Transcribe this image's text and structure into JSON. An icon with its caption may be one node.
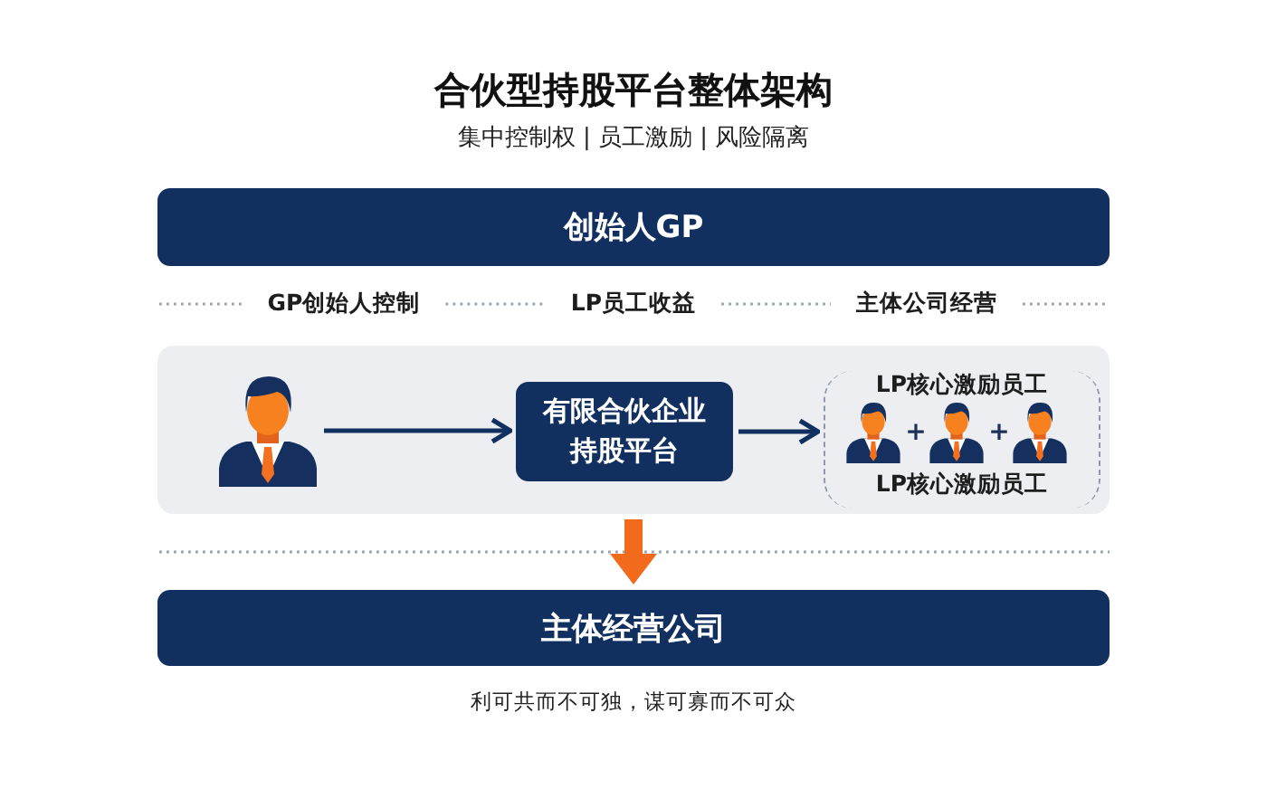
{
  "diagram": {
    "title": "合伙型持股平台整体架构",
    "nodes": [
      {
        "text": [
          "创始人GP"
        ]
      },
      {
        "text": [],
        "shape": "box"
      },
      {
        "text": [],
        "shape": "person",
        "in": 1
      },
      {
        "text": [
          "有限合伙企业持股平台"
        ],
        "in": 1
      },
      {
        "text": [
          "LP核心激励员工",
          "LP核心激励员工"
        ],
        "in": 1
      },
      {
        "text": [],
        "shape": "person",
        "in": 4
      },
      {
        "text": [],
        "shape": "person",
        "in": 4
      },
      {
        "text": [],
        "shape": "person",
        "in": 4
      },
      {
        "text": [
          "主体经营公司"
        ]
      }
    ],
    "edges": [
      {
        "from": 2,
        "to": 3,
        "arrow": "to"
      },
      {
        "from": 3,
        "to": 4,
        "arrow": "to"
      },
      {
        "from": 1,
        "to": 8,
        "arrow": "to",
        "style": "thick",
        "color": "#f26a1b"
      }
    ],
    "labels": [
      "集中控制权 | 员工激励 | 风险隔离",
      "GP创始人控制",
      "LP员工收益",
      "主体公司经营",
      "+",
      "+"
    ],
    "caption": "利可共而不可独，谋可寡而不可众"
  }
}
